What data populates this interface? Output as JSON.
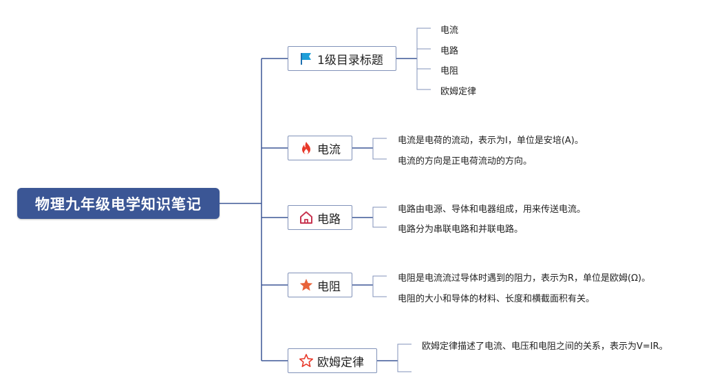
{
  "root": {
    "title": "物理九年级电学知识笔记"
  },
  "branches": [
    {
      "label": "1级目录标题",
      "icon": "blue-flag-icon",
      "children": [
        "电流",
        "电路",
        "电阻",
        "欧姆定律"
      ]
    },
    {
      "label": "电流",
      "icon": "fire-icon",
      "children": [
        "电流是电荷的流动，表示为I，单位是安培(A)。",
        "电流的方向是正电荷流动的方向。"
      ]
    },
    {
      "label": "电路",
      "icon": "house-icon",
      "children": [
        "电路由电源、导体和电器组成，用来传送电流。",
        "电路分为串联电路和并联电路。"
      ]
    },
    {
      "label": "电阻",
      "icon": "star-icon",
      "children": [
        "电阻是电流流过导体时遇到的阻力，表示为R，单位是欧姆(Ω)。",
        "电阻的大小和导体的材料、长度和横截面积有关。"
      ]
    },
    {
      "label": "欧姆定律",
      "icon": "outline-star-icon",
      "children": [
        "欧姆定律描述了电流、电压和电阻之间的关系，表示为V=IR。",
        ""
      ]
    }
  ],
  "colors": {
    "root_bg": "#3b5695",
    "line": "#3b5695",
    "leaf_line": "#8091b8",
    "flag": "#1e9fd8",
    "fire": "#e8392a",
    "house": "#c7334f",
    "star": "#e8633a"
  }
}
